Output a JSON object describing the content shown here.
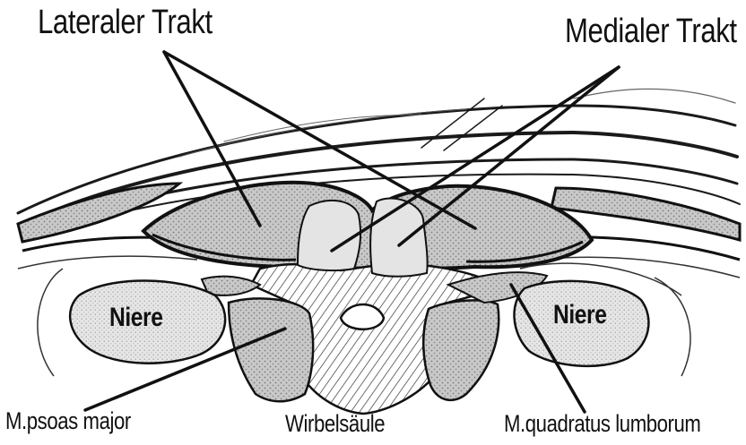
{
  "labels": {
    "lateral_tract": "Lateraler Trakt",
    "medial_tract": "Medialer Trakt",
    "kidney_left": "Niere",
    "kidney_right": "Niere",
    "psoas": "M.psoas major",
    "spine": "Wirbelsäule",
    "quadratus": "M.quadratus lumborum"
  }
}
